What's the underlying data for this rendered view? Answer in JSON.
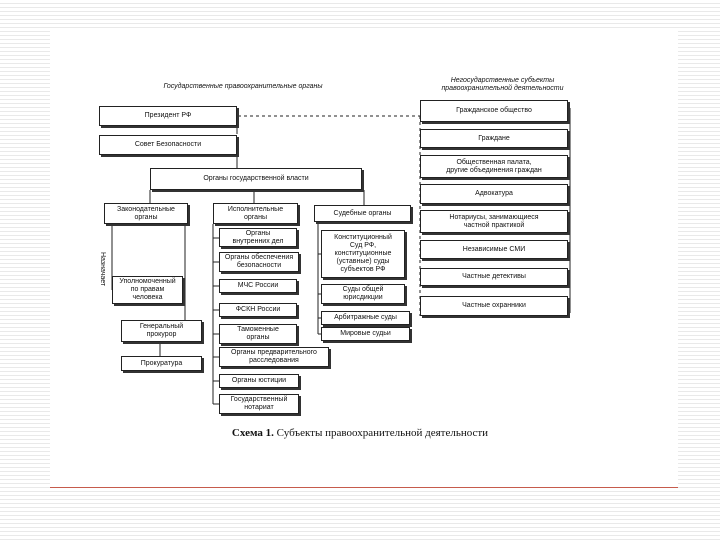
{
  "header_left": "Государственные правоохранительные органы",
  "header_right": "Негосударственные субъекты\nправоохранительной деятельности",
  "vertical_label": "Назначает",
  "left": {
    "president": "Президент РФ",
    "security_council": "Совет Безопасности",
    "state_bodies": "Органы государственной власти",
    "legislative": "Законодательные\nорганы",
    "ombudsman": "Уполномоченный\nпо правам\nчеловека",
    "prosecutor_general": "Генеральный\nпрокурор",
    "prosecution": "Прокуратура"
  },
  "executive": {
    "title": "Исполнительные\nорганы",
    "items": [
      "Органы\nвнутренних дел",
      "Органы обеспечения\nбезопасности",
      "МЧС России",
      "ФСКН России",
      "Таможенные\nорганы",
      "Органы предварительного\nрасследования",
      "Органы юстиции",
      "Государственный\nнотариат"
    ]
  },
  "judicial": {
    "title": "Судебные органы",
    "items": [
      "Конституционный\nСуд РФ,\nконституционные\n(уставные) суды\nсубъектов РФ",
      "Суды общей\nюрисдикции",
      "Арбитражные суды",
      "Мировые судьи"
    ]
  },
  "non_state": [
    "Гражданское общество",
    "Граждане",
    "Общественная палата,\nдругие объединения граждан",
    "Адвокатура",
    "Нотариусы, занимающиеся\nчастной практикой",
    "Независимые СМИ",
    "Частные детективы",
    "Частные охранники"
  ],
  "caption_bold": "Схема 1.",
  "caption_text": " Субъекты правоохранительной деятельности"
}
